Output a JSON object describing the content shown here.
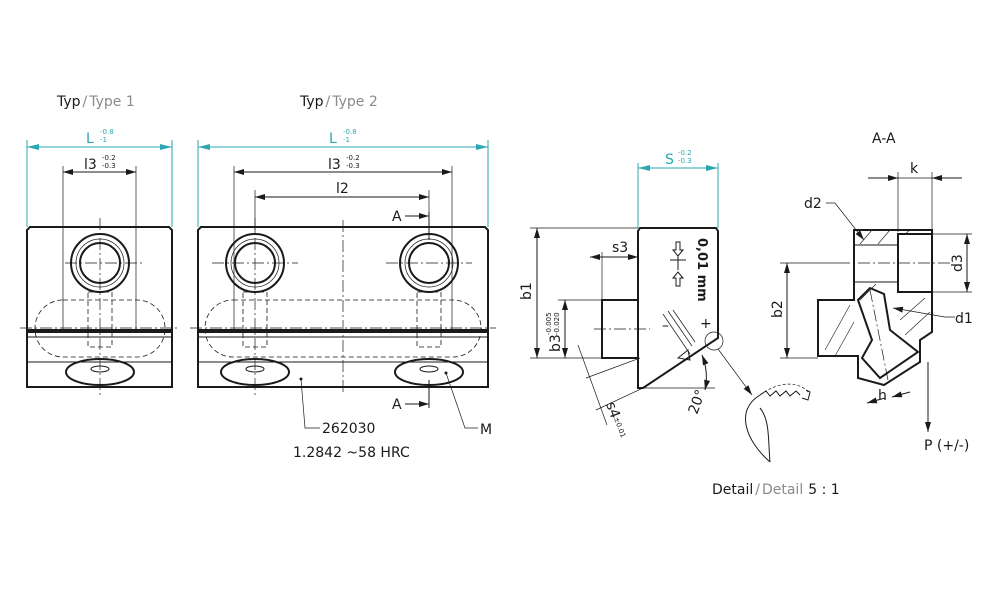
{
  "type1": {
    "title_de": "Typ",
    "sep": "/",
    "title_en": "Type 1",
    "L": {
      "label": "L",
      "tol_upper": "-0.8",
      "tol_lower": "-1"
    },
    "l3": {
      "label": "l3",
      "tol_upper": "-0.2",
      "tol_lower": "-0.3"
    }
  },
  "type2": {
    "title_de": "Typ",
    "sep": "/",
    "title_en": "Type 2",
    "L": {
      "label": "L",
      "tol_upper": "-0.8",
      "tol_lower": "-1"
    },
    "l3": {
      "label": "l3",
      "tol_upper": "-0.2",
      "tol_lower": "-0.3"
    },
    "l2": {
      "label": "l2"
    },
    "section_mark_top": "A",
    "section_mark_bottom": "A",
    "part_number": "262030",
    "material": "1.2842 ~58 HRC",
    "thread_label": "M"
  },
  "side_view": {
    "S": {
      "label": "S",
      "tol_upper": "-0.2",
      "tol_lower": "-0.3"
    },
    "b1": "b1",
    "s3": "s3",
    "b3": {
      "label": "b3",
      "tol_upper": "-0.005",
      "tol_lower": "-0.020"
    },
    "s4": {
      "label": "s4",
      "tol": "±0.01"
    },
    "angle": "20°",
    "engraving": "0,01 mm",
    "minus": "–",
    "plus": "+"
  },
  "detail": {
    "label_de": "Detail",
    "sep": "/",
    "label_en": "Detail",
    "scale": "5 : 1"
  },
  "section": {
    "title": "A-A",
    "k": "k",
    "d2": "d2",
    "d3": "d3",
    "d1": "d1",
    "b2": "b2",
    "h": "h",
    "force": "P (+/-)"
  },
  "colors": {
    "dimension_accent": "#2aa7b0",
    "line": "#1a1a1a",
    "secondary_text": "#8a8a8a"
  }
}
